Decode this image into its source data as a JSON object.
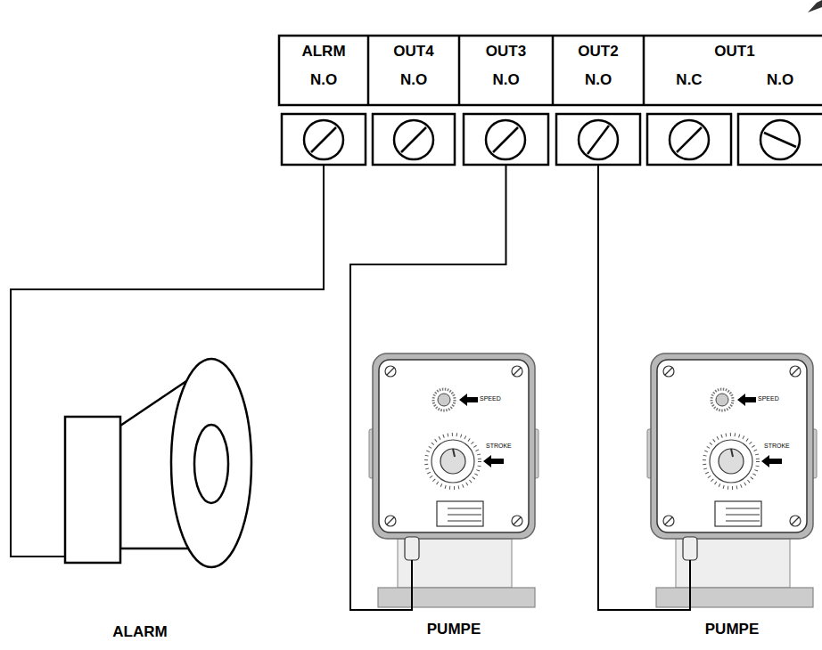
{
  "diagram": {
    "nodes": [
      {
        "text": [
          "ALRM",
          "N.O"
        ]
      },
      {
        "text": [
          "OUT4",
          "N.O"
        ]
      },
      {
        "text": [
          "OUT3",
          "N.O"
        ]
      },
      {
        "text": [
          "OUT2",
          "N.O"
        ]
      },
      {
        "text": [
          "OUT1",
          "N.C",
          "N.O"
        ]
      },
      {
        "text": [
          "ALARM"
        ]
      },
      {
        "text": [
          "SPEED",
          "STROKE",
          "PUMPE"
        ]
      },
      {
        "text": [
          "SPEED",
          "STROKE",
          "PUMPE"
        ]
      }
    ],
    "edges": [
      {
        "from": 0,
        "to": 5,
        "arrow": "none"
      },
      {
        "from": 2,
        "to": 6,
        "arrow": "none"
      },
      {
        "from": 3,
        "to": 7,
        "arrow": "none"
      }
    ]
  }
}
